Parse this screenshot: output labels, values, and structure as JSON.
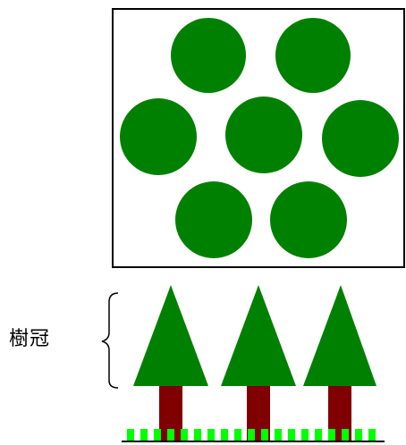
{
  "labels": {
    "canopy": "樹冠"
  },
  "colors": {
    "canopy_green": "#008000",
    "trunk_brown": "#800000",
    "grass_green": "#00ff00",
    "outline": "#000000",
    "background": "#ffffff"
  },
  "top_view": {
    "crown_count": 7
  },
  "side_view": {
    "tree_count": 3
  }
}
